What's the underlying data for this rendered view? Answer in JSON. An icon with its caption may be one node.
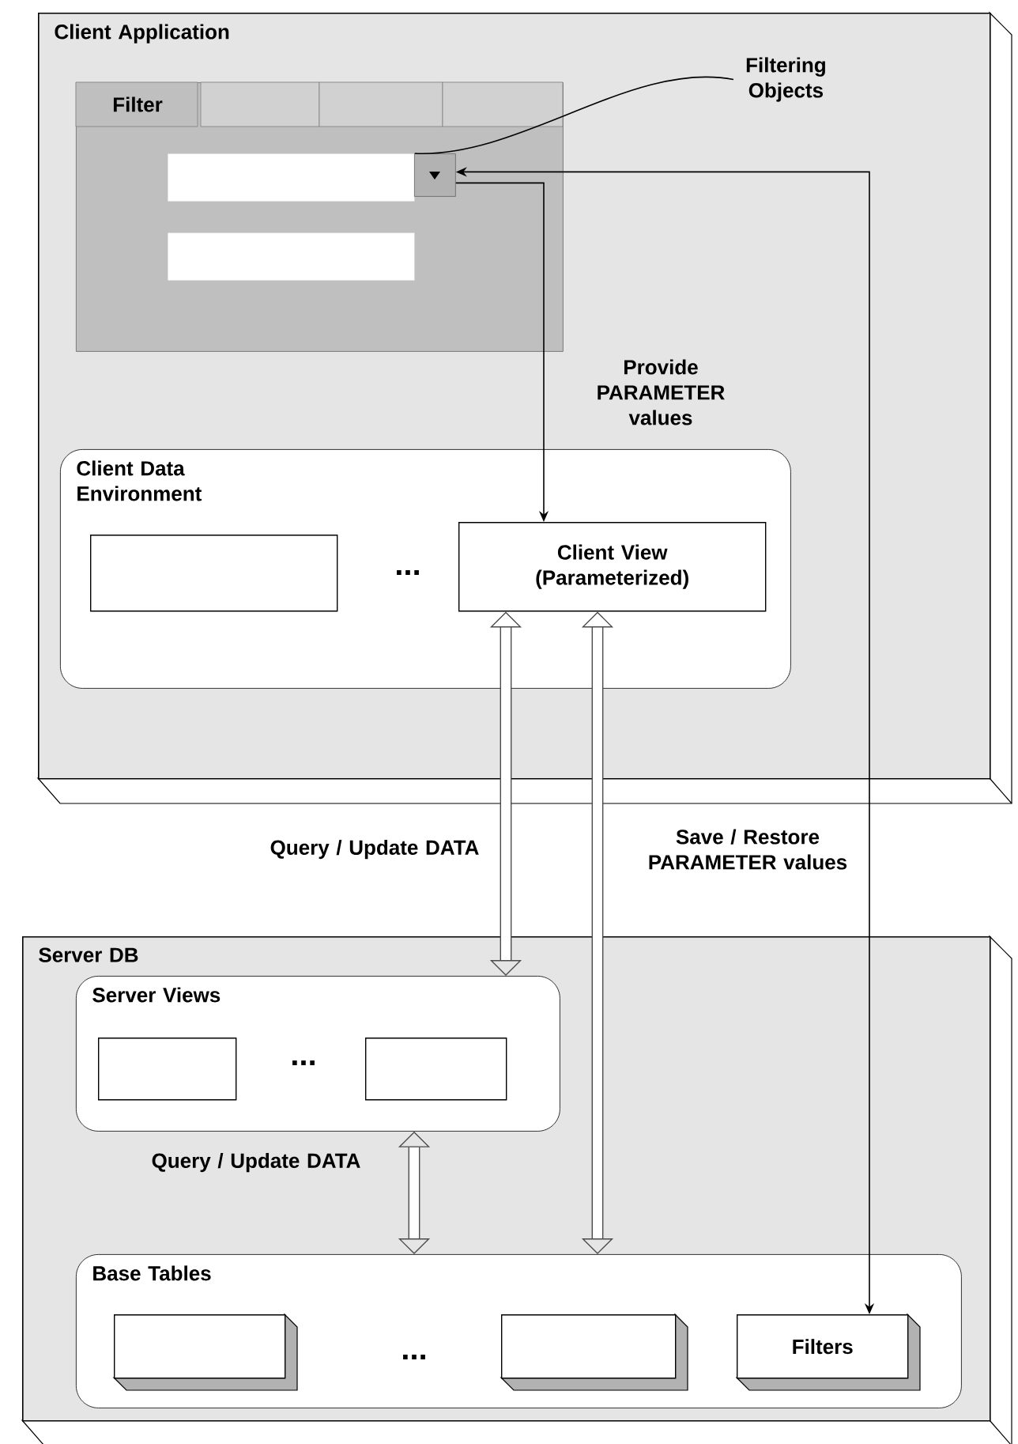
{
  "diagram": {
    "nodes": [
      {
        "text": [
          "Client Application"
        ]
      },
      {
        "text": [
          "Filter"
        ],
        "in": 0
      },
      {
        "text": [],
        "shape": "box",
        "in": 1
      },
      {
        "text": [],
        "shape": "box",
        "in": 1
      },
      {
        "text": [],
        "shape": "box",
        "in": 1
      },
      {
        "text": [
          "Filtering Objects"
        ],
        "in": 0
      },
      {
        "text": [
          "Client Data Environment"
        ],
        "in": 0
      },
      {
        "text": [],
        "shape": "box",
        "in": 6
      },
      {
        "text": [
          "Client View (Parameterized)"
        ],
        "in": 6
      },
      {
        "text": [
          "Server DB"
        ]
      },
      {
        "text": [
          "Server Views"
        ],
        "in": 9
      },
      {
        "text": [],
        "shape": "box",
        "in": 10
      },
      {
        "text": [],
        "shape": "box",
        "in": 10
      },
      {
        "text": [
          "Base Tables"
        ],
        "in": 9
      },
      {
        "text": [],
        "shape": "box",
        "in": 13
      },
      {
        "text": [],
        "shape": "box",
        "in": 13
      },
      {
        "text": [
          "Filters"
        ],
        "in": 13
      }
    ],
    "edges": [
      {
        "from": 5,
        "to": 2,
        "arrow": "none"
      },
      {
        "from": 3,
        "to": 8,
        "arrow": "to",
        "label": "Provide PARAMETER values"
      },
      {
        "from": 3,
        "to": 16,
        "arrow": "both",
        "label": "Save / Restore PARAMETER values"
      },
      {
        "from": 8,
        "to": 10,
        "arrow": "both",
        "style": "thick",
        "label": "Query / Update DATA"
      },
      {
        "from": 8,
        "to": 13,
        "arrow": "both",
        "style": "thick"
      },
      {
        "from": 10,
        "to": 13,
        "arrow": "both",
        "style": "thick",
        "label": "Query / Update DATA"
      }
    ],
    "labels": [
      "...",
      "...",
      "..."
    ]
  }
}
